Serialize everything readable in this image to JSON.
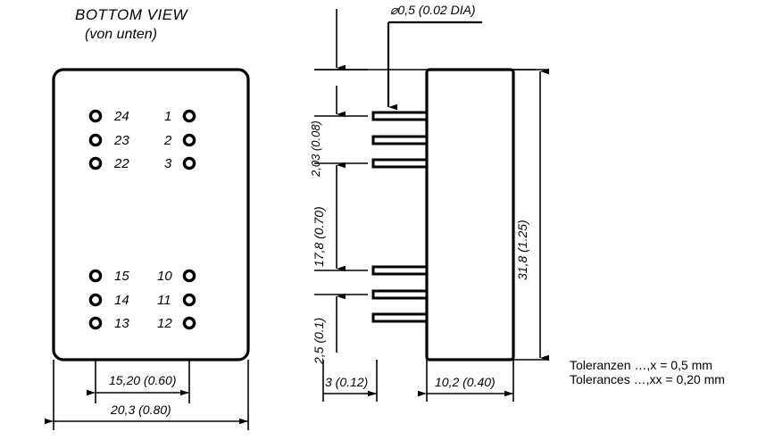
{
  "drawing": {
    "title_en": "BOTTOM VIEW",
    "title_de": "(von unten)",
    "tolerances": {
      "line1": "Toleranzen …,x  = 0,5 mm",
      "line2": "Tolerances …,xx = 0,20 mm"
    },
    "line_color": "#000000",
    "background_color": "#ffffff"
  },
  "bottom_view": {
    "pads_left": [
      {
        "number": "24"
      },
      {
        "number": "23"
      },
      {
        "number": "22"
      },
      {
        "number": "15"
      },
      {
        "number": "14"
      },
      {
        "number": "13"
      }
    ],
    "pads_right": [
      {
        "number": "1"
      },
      {
        "number": "2"
      },
      {
        "number": "3"
      },
      {
        "number": "10"
      },
      {
        "number": "11"
      },
      {
        "number": "12"
      }
    ],
    "dimensions": {
      "pin_row_spacing": "15,20 (0.60)",
      "body_width": "20,3 (0.80)"
    }
  },
  "side_view": {
    "dimensions": {
      "pin_diameter": "⌀0,5 (0.02 DIA)",
      "top_offset": "2,03 (0.08)",
      "pin_group_spacing": "17,8 (0.70)",
      "bottom_offset": "2,5 (0.1)",
      "body_height": "31,8 (1.25)",
      "pin_length": "3 (0.12)",
      "body_depth": "10,2 (0.40)"
    }
  }
}
